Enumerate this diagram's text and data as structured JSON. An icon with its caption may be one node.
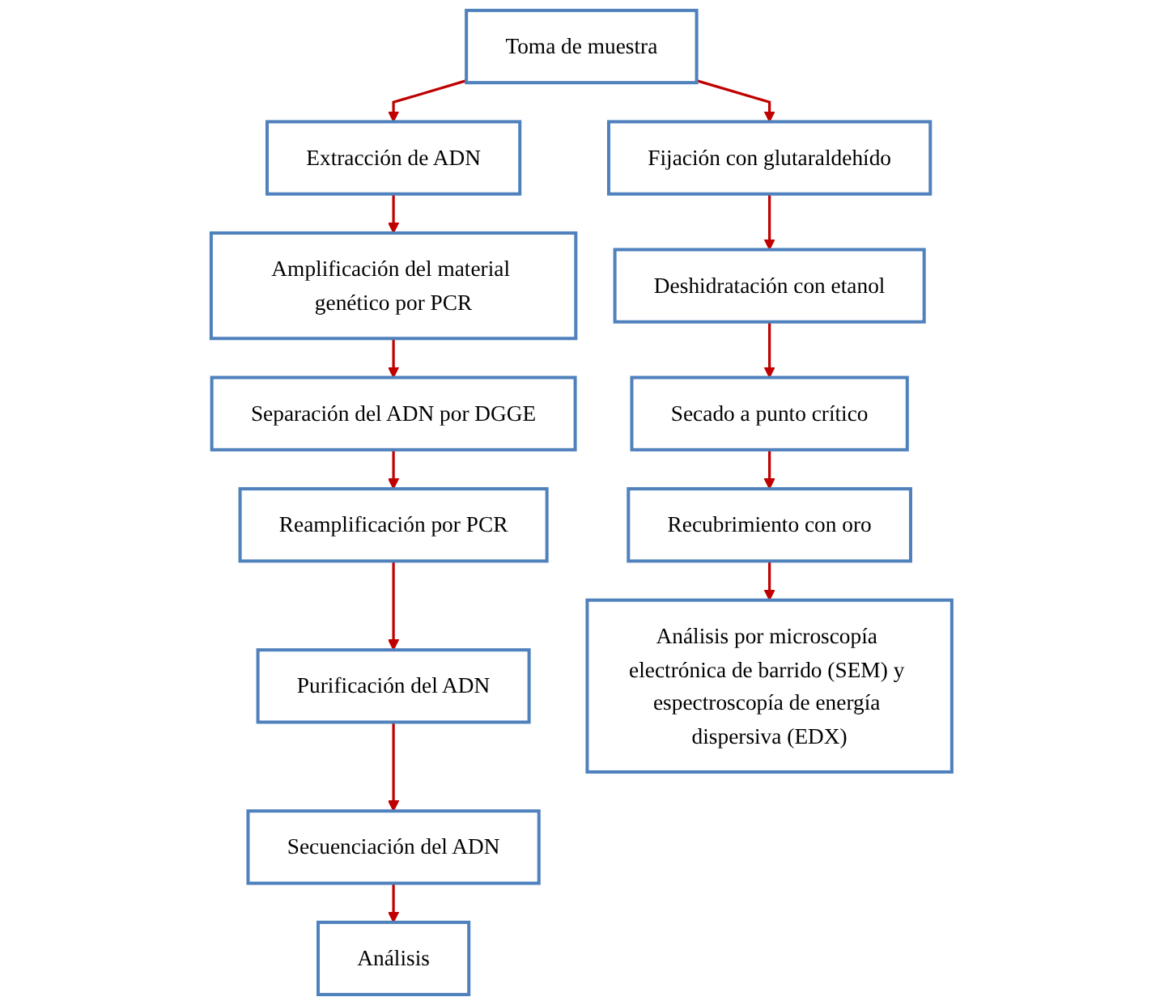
{
  "diagram": {
    "nodes": [
      {
        "text": [
          "Toma de muestra"
        ]
      },
      {
        "text": [
          "Extracción de ADN"
        ]
      },
      {
        "text": [
          "Amplificación del material genético por PCR"
        ]
      },
      {
        "text": [
          "Separación del ADN por DGGE"
        ]
      },
      {
        "text": [
          "Reamplificación por PCR"
        ]
      },
      {
        "text": [
          "Purificación del ADN"
        ]
      },
      {
        "text": [
          "Secuenciación del ADN"
        ]
      },
      {
        "text": [
          "Análisis"
        ]
      },
      {
        "text": [
          "Fijación con glutaraldehído"
        ]
      },
      {
        "text": [
          "Deshidratación con etanol"
        ]
      },
      {
        "text": [
          "Secado a punto crítico"
        ]
      },
      {
        "text": [
          "Recubrimiento con oro"
        ]
      },
      {
        "text": [
          "Análisis por microscopía electrónica de barrido (SEM) y espectroscopía de energía dispersiva (EDX)"
        ]
      }
    ],
    "edges": [
      {
        "from": 0,
        "to": 1,
        "arrow": "to"
      },
      {
        "from": 1,
        "to": 2,
        "arrow": "to"
      },
      {
        "from": 2,
        "to": 3,
        "arrow": "to"
      },
      {
        "from": 3,
        "to": 4,
        "arrow": "to"
      },
      {
        "from": 4,
        "to": 5,
        "arrow": "to"
      },
      {
        "from": 5,
        "to": 6,
        "arrow": "to"
      },
      {
        "from": 6,
        "to": 7,
        "arrow": "to"
      },
      {
        "from": 0,
        "to": 8,
        "arrow": "to"
      },
      {
        "from": 8,
        "to": 9,
        "arrow": "to"
      },
      {
        "from": 9,
        "to": 10,
        "arrow": "to"
      },
      {
        "from": 10,
        "to": 11,
        "arrow": "to"
      },
      {
        "from": 11,
        "to": 12,
        "arrow": "to"
      }
    ]
  }
}
